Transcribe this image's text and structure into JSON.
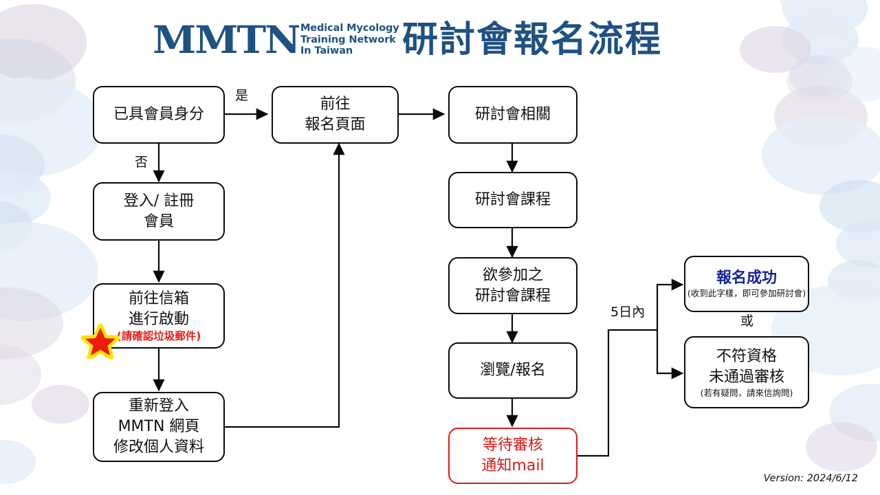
{
  "header": {
    "logo_mark": "MMTN",
    "logo_tagline_line1": "Medical Mycology",
    "logo_tagline_line2": "Training Network",
    "logo_tagline_line3": "In Taiwan",
    "title": "研討會報名流程",
    "brand_color": "#1f5182"
  },
  "flow": {
    "nodes": {
      "member_check": {
        "line1": "已具會員身分"
      },
      "login_register": {
        "line1": "登入/ 註冊",
        "line2": "會員"
      },
      "activate_mail": {
        "line1": "前往信箱",
        "line2": "進行啟動",
        "note": "(請確認垃圾郵件)",
        "note_color": "#e81d1a"
      },
      "relogin_edit": {
        "line1": "重新登入",
        "line2": "MMTN 網頁",
        "line3": "修改個人資料"
      },
      "goto_signup": {
        "line1": "前往",
        "line2": "報名頁面"
      },
      "seminar_info": {
        "line1": "研討會相關"
      },
      "seminar_course": {
        "line1": "研討會課程"
      },
      "desired_course": {
        "line1": "欲參加之",
        "line2": "研討會課程"
      },
      "browse_signup": {
        "line1": "瀏覽/報名"
      },
      "await_review": {
        "line1": "等待審核",
        "line2": "通知mail",
        "color": "#d81b17"
      },
      "success": {
        "title": "報名成功",
        "note": "(收到此字樣，即可參加研討會)",
        "title_color": "#15239b"
      },
      "rejected": {
        "line1": "不符資格",
        "line2": "未通過審核",
        "note": "(若有疑問，請來信詢問)"
      }
    },
    "labels": {
      "yes": "是",
      "no": "否",
      "within_5_days": "5日內",
      "or": "或"
    }
  },
  "footer": {
    "version": "Version: 2024/6/12"
  }
}
